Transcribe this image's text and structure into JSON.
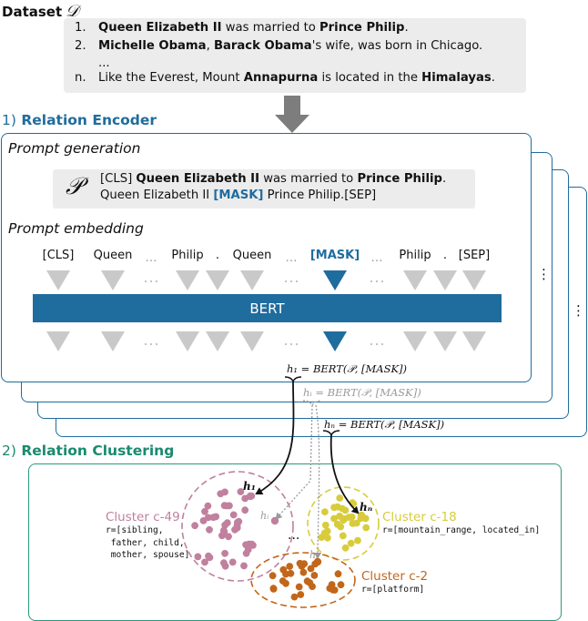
{
  "dataset": {
    "title": "Dataset",
    "symbol": "𝒟",
    "rows": [
      {
        "num": "1.",
        "parts": [
          {
            "t": "Queen Elizabeth II",
            "b": true
          },
          {
            "t": " was married to "
          },
          {
            "t": "Prince Philip",
            "b": true
          },
          {
            "t": "."
          }
        ]
      },
      {
        "num": "2.",
        "parts": [
          {
            "t": "Michelle Obama",
            "b": true
          },
          {
            "t": ", "
          },
          {
            "t": "Barack Obama",
            "b": true
          },
          {
            "t": "'s wife, was born in Chicago."
          }
        ]
      },
      {
        "num": "",
        "parts": [
          {
            "t": "..."
          }
        ]
      },
      {
        "num": "n.",
        "parts": [
          {
            "t": "Like the Everest, Mount "
          },
          {
            "t": "Annapurna",
            "b": true
          },
          {
            "t": " is located in the "
          },
          {
            "t": "Himalayas",
            "b": true
          },
          {
            "t": "."
          }
        ]
      }
    ]
  },
  "encoder": {
    "num": "1)",
    "title": "Relation Encoder",
    "prompt_generation": "Prompt generation",
    "prompt_symbol": "𝒫",
    "prompt_line1": [
      {
        "t": "[CLS] "
      },
      {
        "t": "Queen Elizabeth II",
        "b": true
      },
      {
        "t": " was married to "
      },
      {
        "t": "Prince Philip",
        "b": true
      },
      {
        "t": "."
      }
    ],
    "prompt_line2": [
      {
        "t": "Queen Elizabeth II "
      },
      {
        "t": "[MASK]",
        "mask": true
      },
      {
        "t": " Prince Philip.[SEP]"
      }
    ],
    "prompt_embedding": "Prompt embedding",
    "tokens": [
      "[CLS]",
      "Queen",
      "…",
      "Philip",
      ".",
      "Queen",
      "…",
      "[MASK]",
      "…",
      "Philip",
      ".",
      "[SEP]"
    ],
    "bert_label": "BERT",
    "eq_h1": "h₁ = BERT(𝒫, [MASK])",
    "eq_hi": "hᵢ = BERT(𝒫, [MASK])",
    "eq_hn": "hₙ = BERT(𝒫, [MASK])",
    "card_ellipsis": "⋮"
  },
  "clustering": {
    "num": "2)",
    "title": "Relation Clustering",
    "clusters": [
      {
        "name": "Cluster c-49",
        "relations": "r=[sibling,\n father, child,\n mother, spouse]",
        "color": "#c0809e"
      },
      {
        "name": "Cluster c-18",
        "relations": "r=[mountain_range, located_in]",
        "color": "#d8cc3c"
      },
      {
        "name": "Cluster c-2",
        "relations": "r=[platform]",
        "color": "#c2661a"
      }
    ],
    "point_labels": {
      "h1": "h₁",
      "hi_left": "hᵢ",
      "hi_bottom": "hᵢ",
      "hn": "hₙ"
    },
    "between_ellipsis": "..."
  },
  "colors": {
    "encoder": "#1f6c9e",
    "clustering": "#2a9a7c",
    "triangle": "#c9c9c9"
  }
}
